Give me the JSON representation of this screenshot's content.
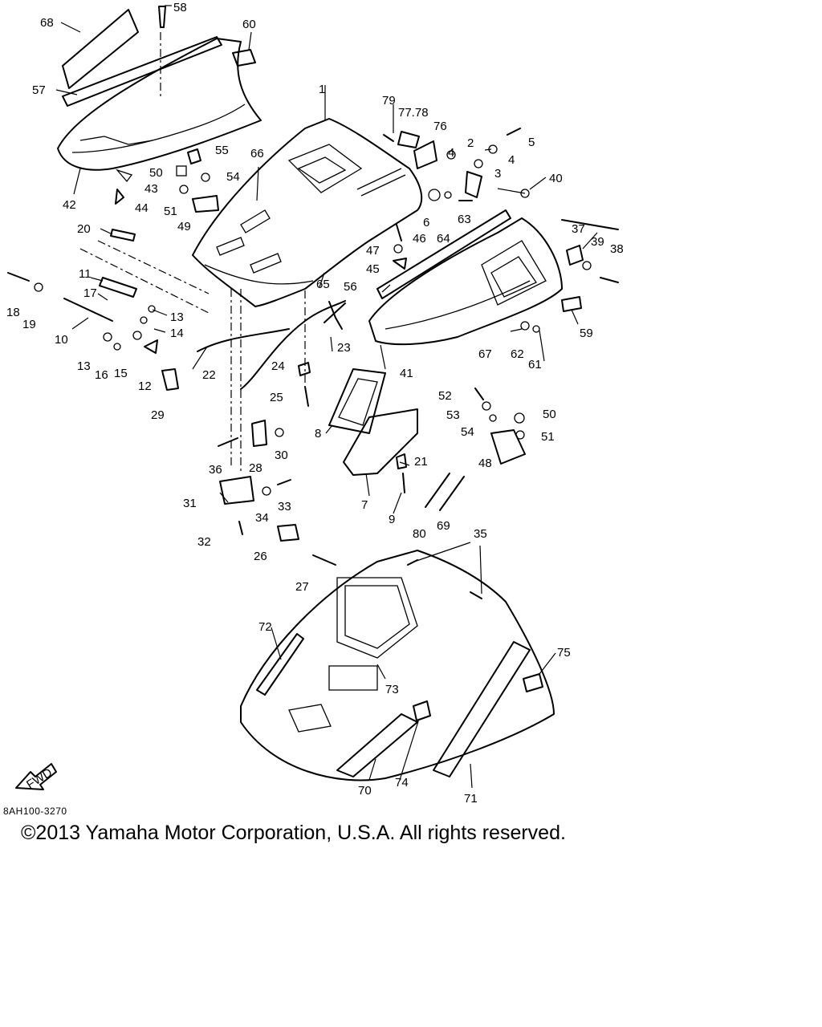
{
  "callouts": {
    "c1": "1",
    "c2": "2",
    "c3": "3",
    "c4a": "4",
    "c4b": "4",
    "c5": "5",
    "c6": "6",
    "c7": "7",
    "c8": "8",
    "c9": "9",
    "c10": "10",
    "c11": "11",
    "c12": "12",
    "c13a": "13",
    "c13b": "13",
    "c14": "14",
    "c15": "15",
    "c16": "16",
    "c17": "17",
    "c18": "18",
    "c19": "19",
    "c20": "20",
    "c21": "21",
    "c22": "22",
    "c23": "23",
    "c24": "24",
    "c25": "25",
    "c26": "26",
    "c27": "27",
    "c28": "28",
    "c29": "29",
    "c30": "30",
    "c31": "31",
    "c32": "32",
    "c33": "33",
    "c34": "34",
    "c35": "35",
    "c36": "36",
    "c37": "37",
    "c38": "38",
    "c39": "39",
    "c40": "40",
    "c41": "41",
    "c42": "42",
    "c43": "43",
    "c44": "44",
    "c45": "45",
    "c46": "46",
    "c47": "47",
    "c48": "48",
    "c49": "49",
    "c50a": "50",
    "c50b": "50",
    "c51a": "51",
    "c51b": "51",
    "c52": "52",
    "c53": "53",
    "c54a": "54",
    "c54b": "54",
    "c55": "55",
    "c56": "56",
    "c57": "57",
    "c58": "58",
    "c59": "59",
    "c60": "60",
    "c61": "61",
    "c62": "62",
    "c63": "63",
    "c64": "64",
    "c65": "65",
    "c66": "66",
    "c67": "67",
    "c68": "68",
    "c69": "69",
    "c70": "70",
    "c71": "71",
    "c72": "72",
    "c73": "73",
    "c74": "74",
    "c75": "75",
    "c7778": "77.78",
    "c76": "76",
    "c79": "79",
    "c80": "80"
  },
  "fwd_label": "FWD",
  "drawing_code": "8AH100-3270",
  "copyright": "©2013 Yamaha Motor Corporation, U.S.A. All rights reserved."
}
